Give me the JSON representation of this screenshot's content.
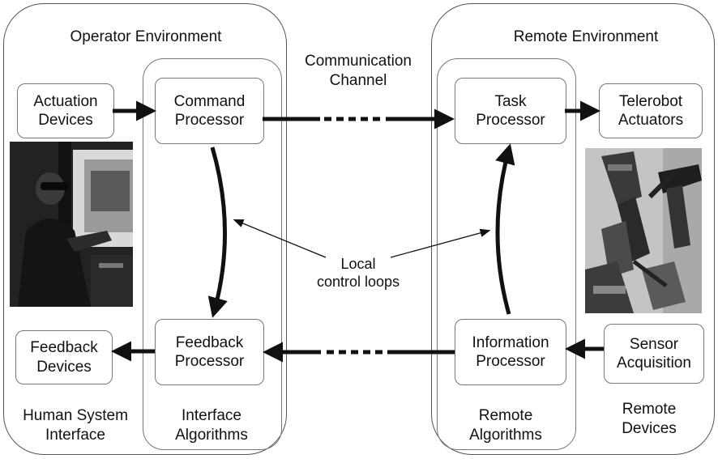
{
  "environments": {
    "operator": "Operator Environment",
    "remote": "Remote Environment"
  },
  "channel": "Communication\nChannel",
  "boxes": {
    "actuation_devices": "Actuation\nDevices",
    "command_processor": "Command\nProcessor",
    "task_processor": "Task\nProcessor",
    "telerobot_actuators": "Telerobot\nActuators",
    "feedback_devices": "Feedback\nDevices",
    "feedback_processor": "Feedback\nProcessor",
    "information_processor": "Information\nProcessor",
    "sensor_acquisition": "Sensor\nAcquisition"
  },
  "local_loops": "Local\ncontrol loops",
  "bottom_labels": {
    "human_system_interface": "Human System\nInterface",
    "interface_algorithms": "Interface\nAlgorithms",
    "remote_algorithms": "Remote\nAlgorithms",
    "remote_devices": "Remote\nDevices"
  },
  "colors": {
    "border": "#555555",
    "arrow": "#111111",
    "photo_dark": "#1e1e1e",
    "photo_light": "#bdbdbd"
  },
  "icons": {
    "operator_photo": "operator-at-workstation-photo",
    "robot_photo": "telerobot-arm-photo"
  }
}
